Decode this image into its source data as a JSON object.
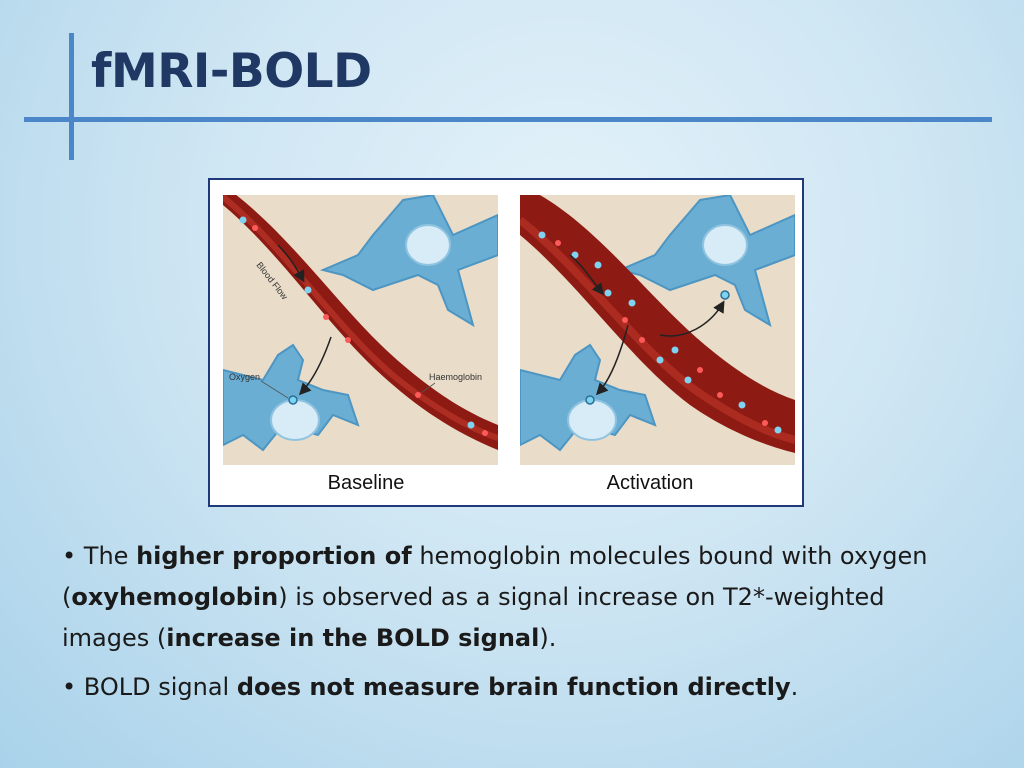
{
  "slide": {
    "title": "fMRI-BOLD"
  },
  "figure": {
    "left_panel": {
      "caption": "Baseline",
      "labels": {
        "blood_flow": "Blood Flow",
        "oxygen": "Oxygen",
        "haemoglobin": "Haemoglobin"
      }
    },
    "right_panel": {
      "caption": "Activation"
    }
  },
  "bullets": [
    {
      "marker": "•",
      "parts": [
        {
          "text": "The ",
          "bold": false
        },
        {
          "text": "higher proportion of",
          "bold": true
        },
        {
          "text": " hemoglobin molecules bound with oxygen (",
          "bold": false
        },
        {
          "text": "oxyhemoglobin",
          "bold": true
        },
        {
          "text": ") is observed as a signal increase on T2*-weighted images (",
          "bold": false
        },
        {
          "text": "increase in the BOLD signal",
          "bold": true
        },
        {
          "text": ").",
          "bold": false
        }
      ]
    },
    {
      "marker": "•",
      "parts": [
        {
          "text": "BOLD signal ",
          "bold": false
        },
        {
          "text": "does not measure brain function directly",
          "bold": true
        },
        {
          "text": ".",
          "bold": false
        }
      ]
    }
  ],
  "colors": {
    "title": "#1f3864",
    "accent_bars": "#4a86c8",
    "figure_border": "#1f3a7a",
    "vessel": "#8e1a14",
    "neuron": "#6aaed4",
    "tissue": "#e9dcc8"
  },
  "icons": {
    "arrow": "curved-arrow-icon",
    "neuron": "neuron-icon"
  }
}
